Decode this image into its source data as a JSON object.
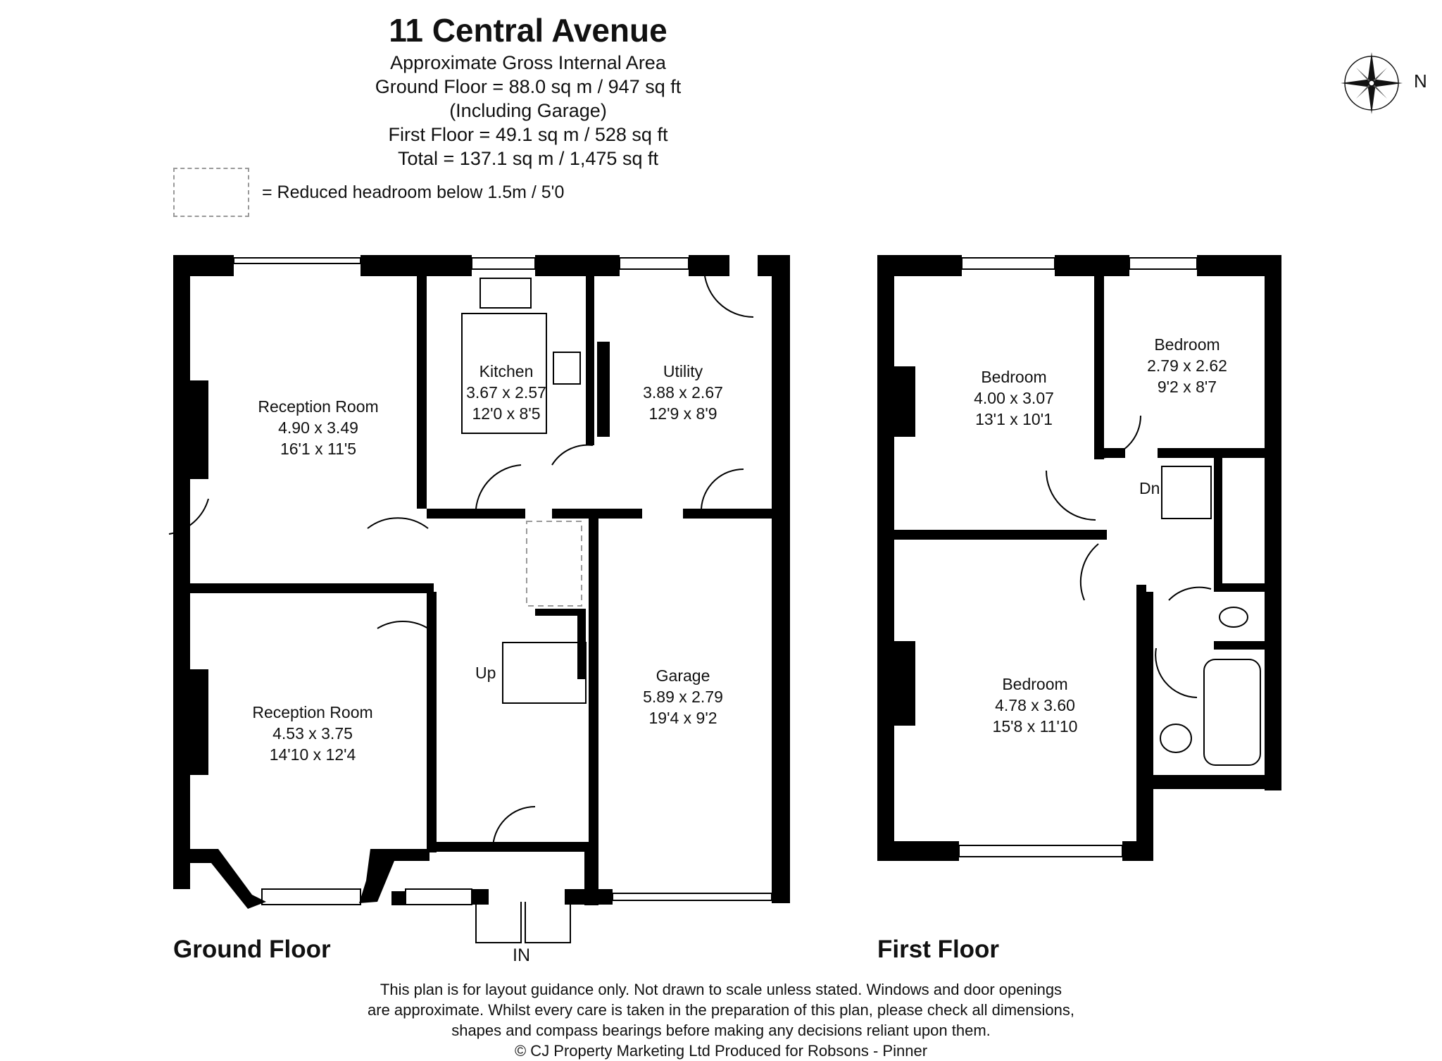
{
  "header": {
    "title": "11 Central Avenue",
    "lines": [
      "Approximate Gross Internal Area",
      "Ground Floor = 88.0 sq m / 947 sq ft",
      "(Including Garage)",
      "First Floor = 49.1 sq m / 528 sq ft",
      "Total = 137.1 sq m / 1,475 sq ft"
    ]
  },
  "legend": {
    "text": "= Reduced headroom below 1.5m / 5'0"
  },
  "compass": {
    "label": "N"
  },
  "ground_floor": {
    "title": "Ground Floor",
    "rooms": [
      {
        "name": "Reception Room",
        "metric": "4.90 x 3.49",
        "imperial": "16'1 x 11'5"
      },
      {
        "name": "Kitchen",
        "metric": "3.67 x 2.57",
        "imperial": "12'0 x 8'5"
      },
      {
        "name": "Utility",
        "metric": "3.88 x 2.67",
        "imperial": "12'9 x 8'9"
      },
      {
        "name": "Reception Room",
        "metric": "4.53 x 3.75",
        "imperial": "14'10 x 12'4"
      },
      {
        "name": "Garage",
        "metric": "5.89 x 2.79",
        "imperial": "19'4 x 9'2"
      }
    ],
    "up_label": "Up",
    "in_label": "IN"
  },
  "first_floor": {
    "title": "First Floor",
    "rooms": [
      {
        "name": "Bedroom",
        "metric": "4.00 x 3.07",
        "imperial": "13'1 x 10'1"
      },
      {
        "name": "Bedroom",
        "metric": "2.79 x 2.62",
        "imperial": "9'2 x 8'7"
      },
      {
        "name": "Bedroom",
        "metric": "4.78 x 3.60",
        "imperial": "15'8 x 11'10"
      }
    ],
    "dn_label": "Dn"
  },
  "disclaimer": [
    "This plan is for layout guidance only. Not drawn to scale unless stated. Windows and door openings",
    "are approximate. Whilst every care is taken in the preparation of this plan, please check all dimensions,",
    "shapes and compass bearings before making any decisions reliant upon them.",
    "© CJ Property Marketing Ltd Produced for Robsons - Pinner"
  ]
}
